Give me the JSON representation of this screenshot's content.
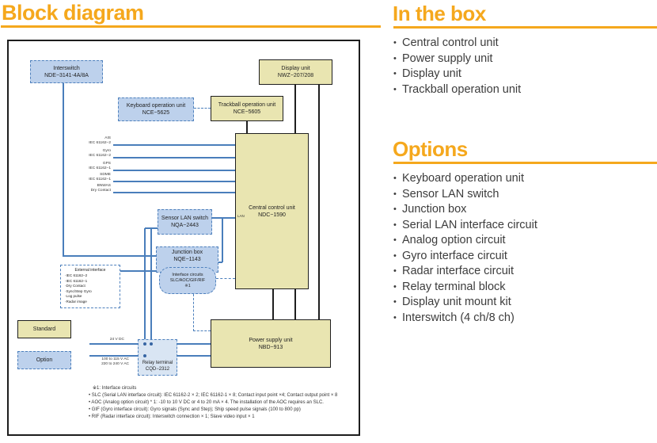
{
  "ui": {
    "bullet": "•",
    "accent_color": "#F5A81D"
  },
  "page_title": "Block diagram",
  "in_the_box": {
    "title": "In the box",
    "items": [
      "Central control unit",
      "Power supply unit",
      "Display unit",
      "Trackball operation unit"
    ]
  },
  "options": {
    "title": "Options",
    "items": [
      "Keyboard operation unit",
      "Sensor LAN switch",
      "Junction box",
      "Serial LAN interface circuit",
      "Analog option circuit",
      "Gyro interface circuit",
      "Radar interface circuit",
      "Relay terminal block",
      "Display unit mount kit",
      "Interswitch (4 ch/8 ch)"
    ]
  },
  "diagram": {
    "nodes": {
      "interswitch": {
        "name": "Interswitch",
        "model": "NDE−3141-4A/8A"
      },
      "keyboard": {
        "name": "Keyboard operation unit",
        "model": "NCE−5625"
      },
      "trackball": {
        "name": "Trackball operation unit",
        "model": "NCE−5605"
      },
      "display": {
        "name": "Display unit",
        "model": "NWZ−207/208"
      },
      "ccu": {
        "name": "Central control unit",
        "model": "NDC−1590",
        "port": "LAN"
      },
      "sensor_lan": {
        "name": "Sensor LAN switch",
        "model": "NQA−2443"
      },
      "junction": {
        "name": "Junction box",
        "model": "NQE−1143"
      },
      "iface": {
        "name": "Interface circuits",
        "model": "SLC/AOC/GIF/RIF",
        "ref": "※1"
      },
      "psu": {
        "name": "Power supply unit",
        "model": "NBD−913"
      },
      "relay": {
        "name": "Relay terminal",
        "model": "CQD−2312"
      }
    },
    "legend": {
      "standard": "Standard",
      "option": "Option"
    },
    "signals": [
      {
        "name": "AIS",
        "spec": "IEC 61162−2"
      },
      {
        "name": "Gyro",
        "spec": "IEC 61162−2"
      },
      {
        "name": "GPS",
        "spec": "IEC 61162−1"
      },
      {
        "name": "SDME",
        "spec": "IEC 61162−1"
      },
      {
        "name": "BNWAS",
        "spec": "Dry Contact"
      }
    ],
    "external_interface": {
      "title": "External interface",
      "items": [
        "·IEC 61162−2",
        "·IEC 61162−1",
        "·Dry Contact",
        "·Sync/Step Gyro",
        "·Log pulse",
        "·Radar image"
      ]
    },
    "power": {
      "dc": "24 V DC",
      "ac1": "100 to 115 V AC",
      "ac2": "220 to 240 V AC"
    },
    "footnotes": [
      "※1: Interface circuits",
      "• SLC (Serial LAN interface circuit): IEC 61162-2 × 2; IEC 61162-1 × 8; Contact input point ×4; Contact output point × 8",
      "• AOC (Analog option circuit) * 1: -10 to 10 V DC or 4 to 20 mA × 4. The installation of the AOC requires an SLC.",
      "• GIF (Gyro interface circuit): Gyro signals (Sync and Step); Ship speed pulse signals (100 to 800 pp)",
      "• RIF (Radar interface circuit): Interswitch connection × 1; Slave video input × 1"
    ]
  }
}
